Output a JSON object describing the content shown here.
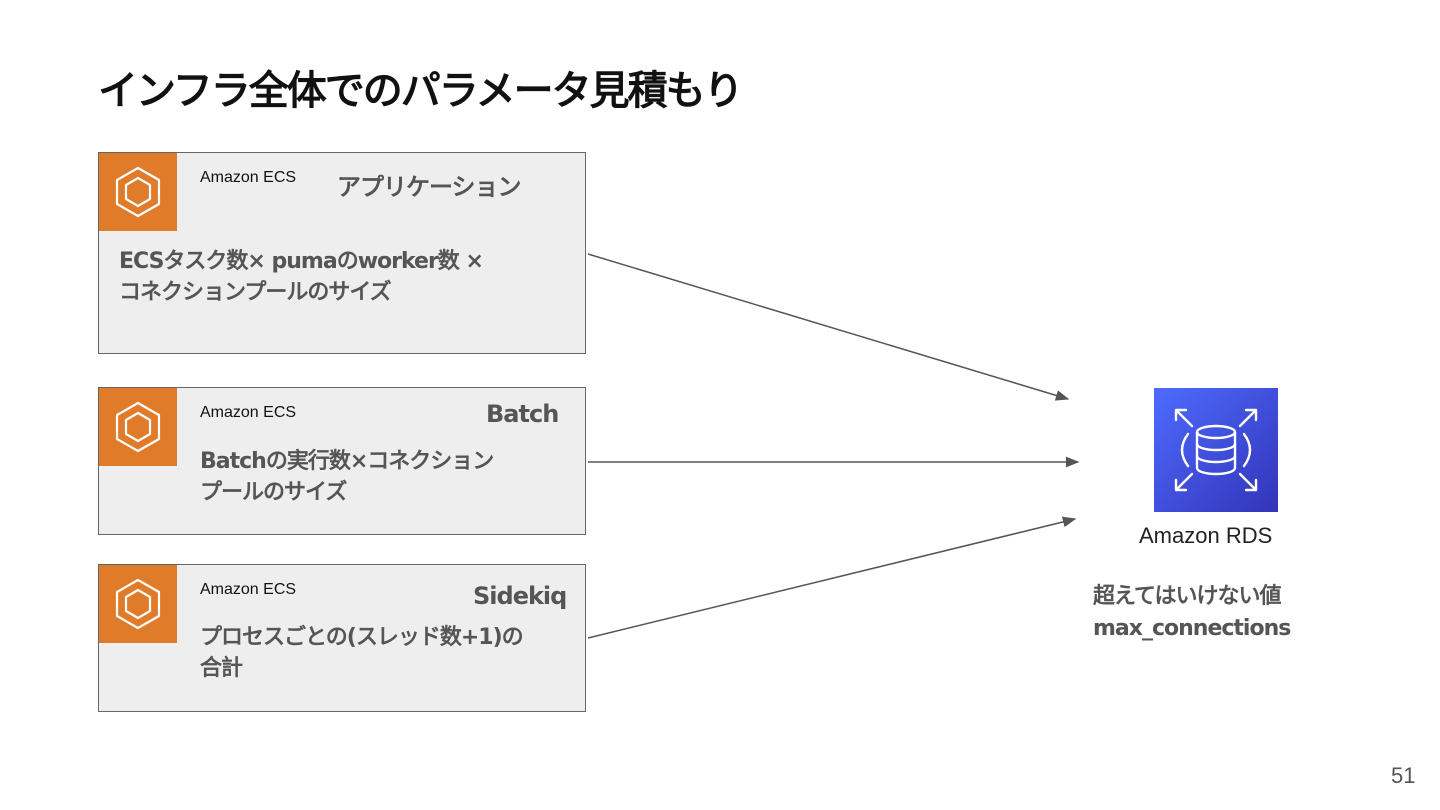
{
  "slide": {
    "title": "インフラ全体でのパラメータ見積もり",
    "page_number": "51"
  },
  "boxes": [
    {
      "service": "Amazon ECS",
      "role": "アプリケーション",
      "description_lines": [
        "ECSタスク数× pumaのworker数 ×",
        "コネクションプールのサイズ"
      ],
      "icon": "ecs-icon"
    },
    {
      "service": "Amazon ECS",
      "role": "Batch",
      "description_lines": [
        "Batchの実行数×コネクション",
        "プールのサイズ"
      ],
      "icon": "ecs-icon"
    },
    {
      "service": "Amazon ECS",
      "role": "Sidekiq",
      "description_lines": [
        "プロセスごとの(スレッド数+1)の",
        "合計"
      ],
      "icon": "ecs-icon"
    }
  ],
  "target": {
    "label": "Amazon RDS",
    "icon": "rds-icon",
    "limit_lines": [
      "超えてはいけない値",
      "max_connections"
    ]
  },
  "colors": {
    "ecs_orange": "#e07b2a",
    "rds_blue": "#3f51e6",
    "box_fill": "#eeeeee",
    "text_gray": "#555555"
  }
}
